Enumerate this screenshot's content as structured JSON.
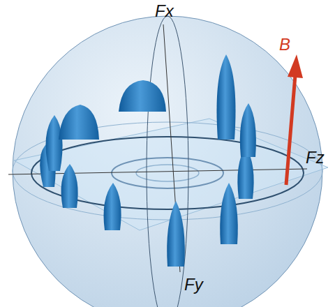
{
  "diagram": {
    "labels": [
      "Fx",
      "Fy",
      "Fz",
      "B"
    ]
  }
}
